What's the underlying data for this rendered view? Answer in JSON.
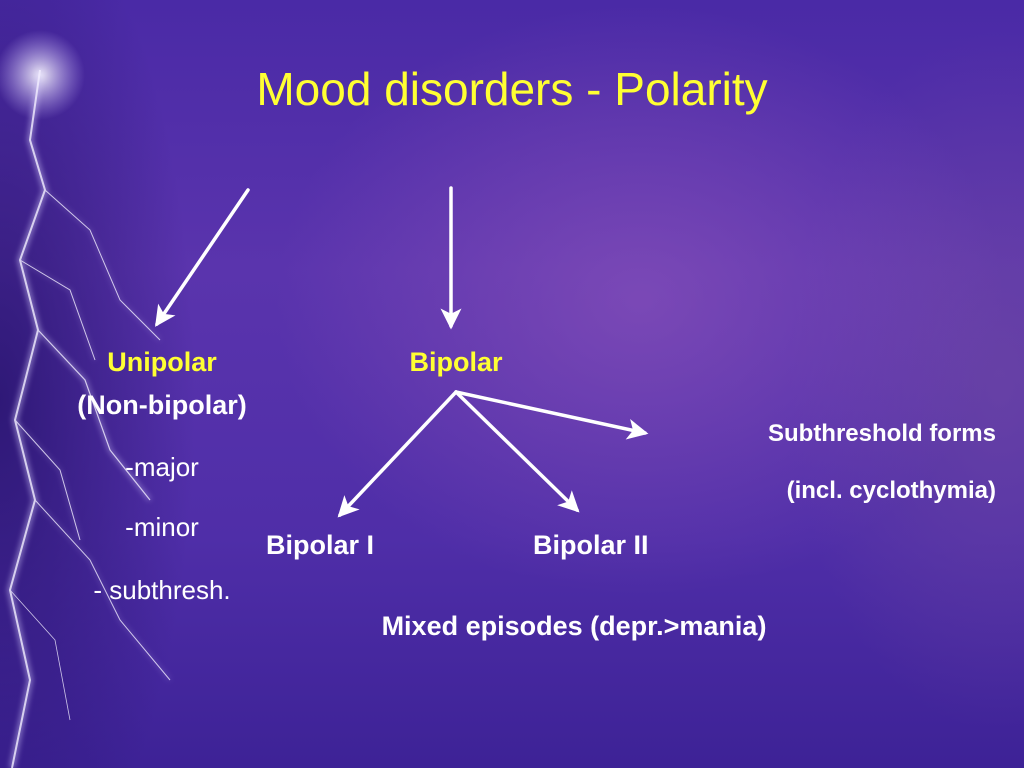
{
  "title": "Mood disorders - Polarity",
  "nodes": {
    "unipolar": "Unipolar",
    "non_bipolar": "(Non-bipolar)",
    "bipolar": "Bipolar",
    "bipolar_1": "Bipolar I",
    "bipolar_2": "Bipolar II",
    "subthreshold_forms": "Subthreshold forms",
    "cyclothymia": "(incl. cyclothymia)",
    "mixed_episodes": "Mixed episodes (depr.>mania)"
  },
  "unipolar_items": [
    "-major",
    "-minor",
    "- subthresh."
  ],
  "colors": {
    "title": "#ffff33",
    "highlight": "#ffff33",
    "text": "#ffffff",
    "arrow": "#ffffff",
    "background": "#5032a8"
  }
}
